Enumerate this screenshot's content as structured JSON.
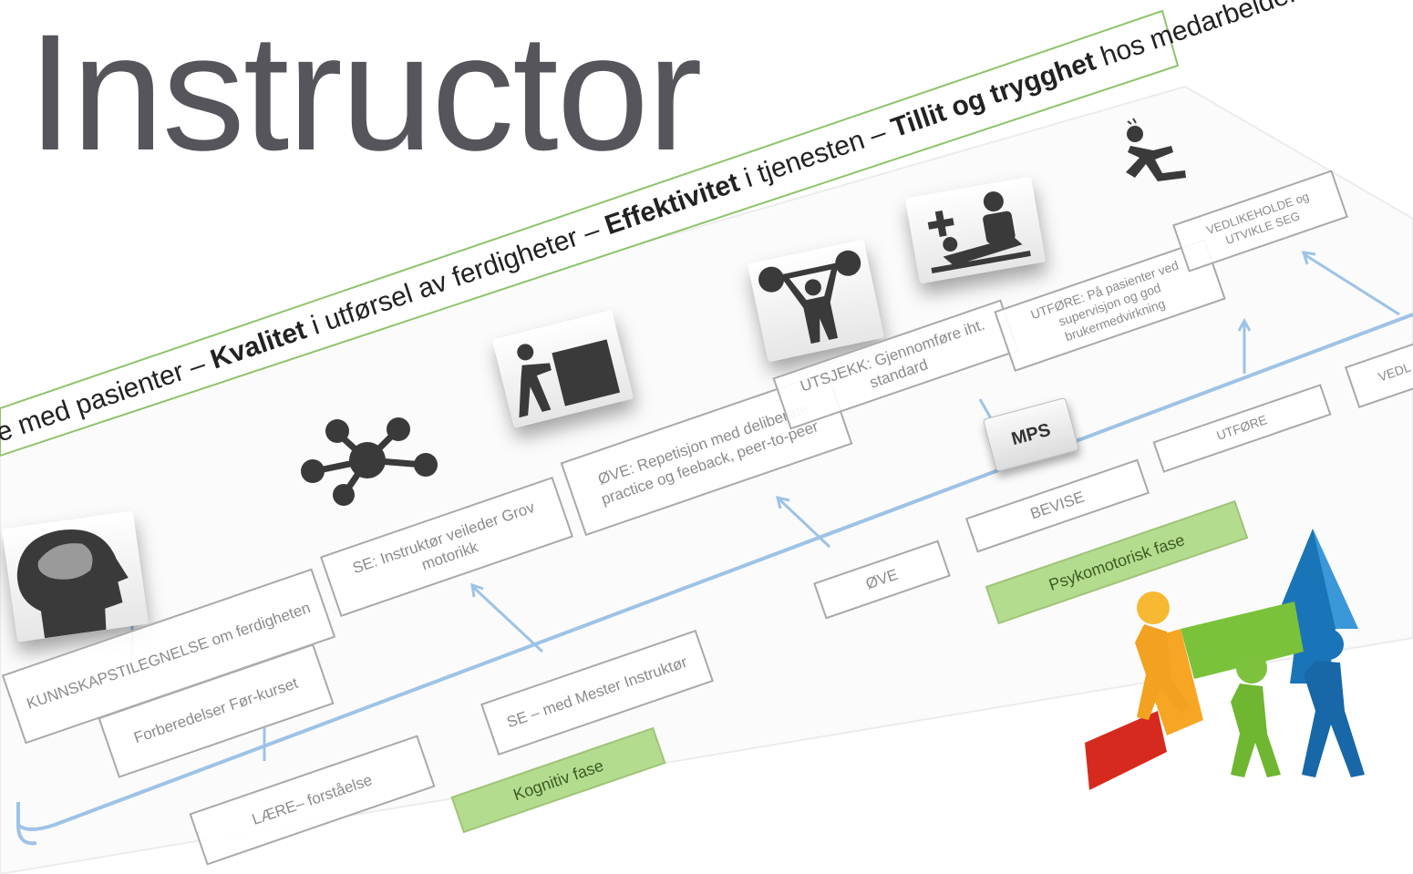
{
  "title": "Instructor",
  "banner": {
    "p1": "e med pasienter – ",
    "p2": "Kvalitet",
    "p3": " i utførsel av ferdigheter – ",
    "p4": "Effektivitet",
    "p5": " i tjenesten – ",
    "p6": "Tillit  og trygghet",
    "p7": " hos medarbeidere"
  },
  "boxes": {
    "kunnskap": "KUNNSKAPSTILEGNELSE om ferdigheten",
    "forberedelser": "Forberedelser Før-kurset",
    "laere": "LÆRE– forståelse",
    "se_instruktor": "SE: Instruktør veileder Grov motorikk",
    "se_mester": "SE – med Mester Instruktør",
    "kognitiv": "Kognitiv fase",
    "ove_rep": "ØVE: Repetisjon med deliberate practice og feeback, peer-to-peer",
    "ove": "ØVE",
    "utsjekk": "UTSJEKK: Gjennomføre iht. standard",
    "mps": "MPS",
    "bevise": "BEVISE",
    "psyko": "Psykomotorisk fase",
    "utfore_box": "UTFØRE: På pasienter ved supervisjon og god brukermedvirkning",
    "utfore": "UTFØRE",
    "vedlikeholde": "VEDLIKEHOLDE og UTVIKLE SEG",
    "vedl_partial": "VEDL"
  },
  "colors": {
    "title": "#55555b",
    "banner_border": "#8cc46a",
    "timeline": "#9dc3e6",
    "phase_fill": "#b4dc8e",
    "box_border": "#a9a9a9"
  },
  "icons": [
    "brain-head-icon",
    "network-icon",
    "push-box-icon",
    "weightlifter-icon",
    "patient-care-icon",
    "slip-icon",
    "puzzle-team-icon"
  ]
}
